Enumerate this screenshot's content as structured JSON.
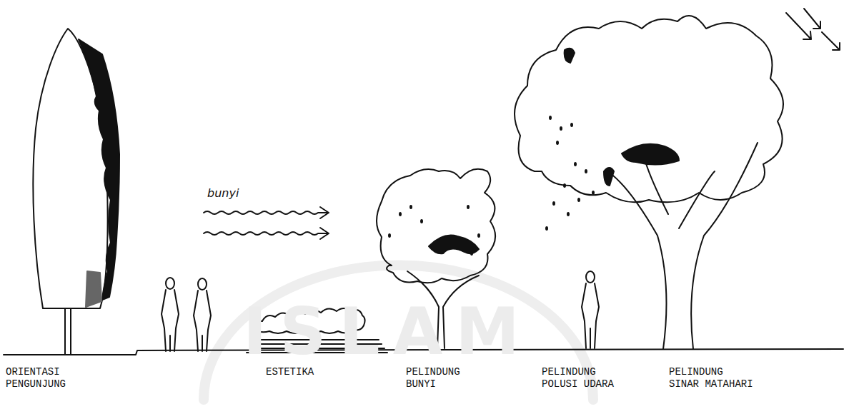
{
  "diagram": {
    "labels": [
      "ISLAM",
      "bunyi",
      "ORIENTASI PENGUNJUNG",
      "ESTETIKA",
      "PELINDUNG BUNYI",
      "PELINDUNG POLUSI UDARA",
      "PELINDUNG SINAR MATAHARI"
    ]
  }
}
